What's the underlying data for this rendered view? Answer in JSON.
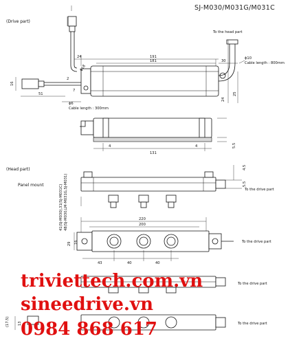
{
  "title": "SJ-M030/M031G/M031C",
  "sections": {
    "drive_part": "(Drive part)",
    "head_part": "(Head part)",
    "panel_mount": "Panel mount"
  },
  "callouts": {
    "to_head_part": "To the head part",
    "to_drive_part_1": "To the drive part",
    "to_drive_part_2": "To the drive part",
    "to_drive_part_3": "To the drive part",
    "to_drive_part_4": "To the drive part",
    "cable_300": "Cable length : 300mm",
    "cable_dia_10": "ϕ10",
    "cable_800": "Cable length : 800mm",
    "phi6": "ϕ6",
    "phi18": "ϕ18"
  },
  "dimensions": {
    "d191": "191",
    "d181": "181",
    "d24a": "24",
    "d30": "30",
    "d16": "16",
    "d51": "51",
    "d2": "2",
    "d7": "7",
    "d24b": "24",
    "d25": "25",
    "d131": "131",
    "d4a": "4",
    "d4b": "4",
    "d55a": "5.5",
    "d45": "4.5",
    "d55b": "5.5",
    "d13": "13",
    "d220": "220",
    "d200": "200",
    "d43": "43",
    "d40a": "40",
    "d40b": "40",
    "d29": "29",
    "d16b": "16",
    "d175": "(17.5)",
    "vert_note": "41(SJ-M030),31(SJ-M031C)\n48(SJ-M030,LM-M031G,SJ-M031)"
  },
  "watermark": {
    "line1": "triviettech.com.vn",
    "line2": "sineedrive.vn",
    "line3": "0984 868 617"
  }
}
